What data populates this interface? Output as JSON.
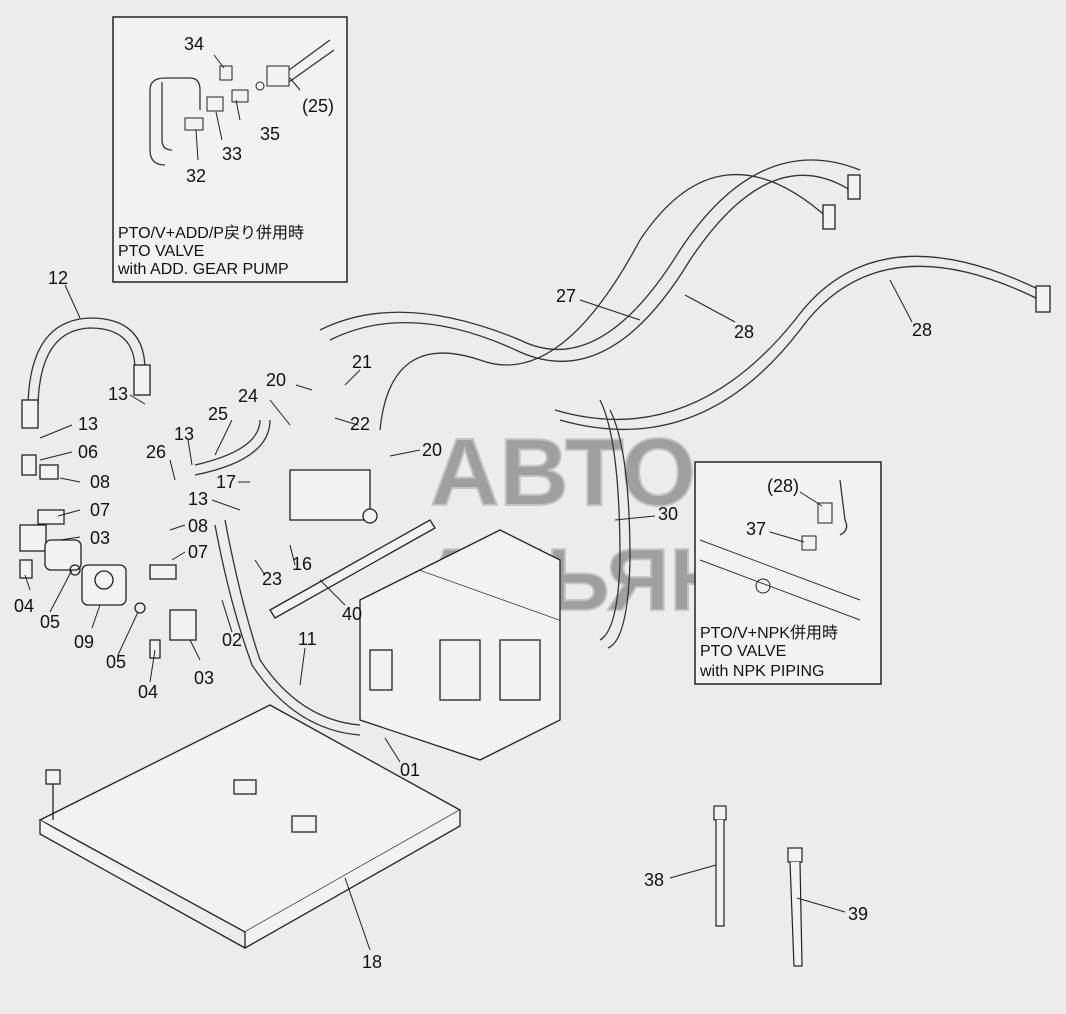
{
  "inset_top": {
    "lines": [
      "PTO/V+ADD/P戻り併用時",
      "PTO  VALVE",
      "with  ADD. GEAR PUMP"
    ],
    "parts": {
      "p34": "34",
      "p25": "(25)",
      "p35": "35",
      "p33": "33",
      "p32": "32"
    }
  },
  "inset_right": {
    "lines": [
      "PTO/V+NPK併用時",
      "PTO  VALVE",
      "with  NPK  PIPING"
    ],
    "parts": {
      "p28": "(28)",
      "p37": "37"
    }
  },
  "watermark": {
    "line1": "АВТО",
    "line2": "АЛЬЯНС"
  },
  "labels": {
    "l12": "12",
    "l13a": "13",
    "l13b": "13",
    "l13c": "13",
    "l13d": "13",
    "l06": "06",
    "l08a": "08",
    "l08b": "08",
    "l07a": "07",
    "l07b": "07",
    "l03a": "03",
    "l03b": "03",
    "l04a": "04",
    "l04b": "04",
    "l05a": "05",
    "l05b": "05",
    "l09": "09",
    "l26": "26",
    "l25": "25",
    "l24": "24",
    "l20a": "20",
    "l20b": "20",
    "l21": "21",
    "l22": "22",
    "l17": "17",
    "l23": "23",
    "l16": "16",
    "l02": "02",
    "l40": "40",
    "l11": "11",
    "l01": "01",
    "l18": "18",
    "l27": "27",
    "l28a": "28",
    "l28b": "28",
    "l30": "30",
    "l38": "38",
    "l39": "39"
  }
}
